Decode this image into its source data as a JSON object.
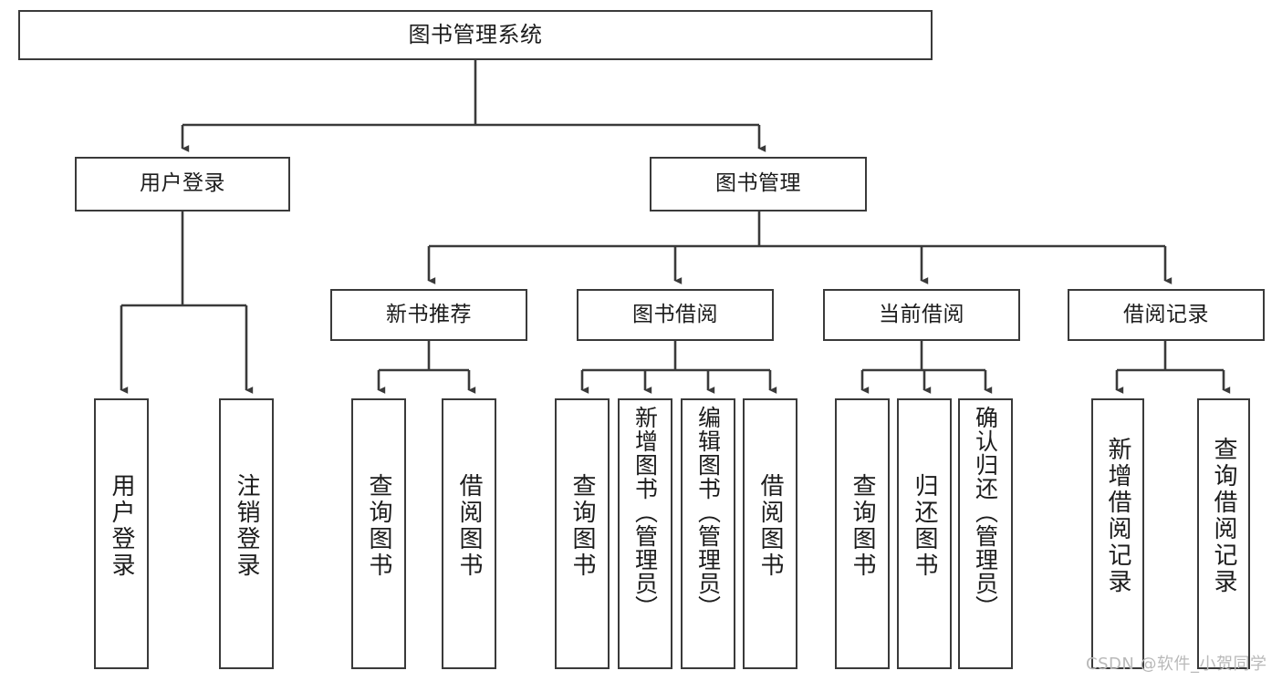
{
  "diagram": {
    "type": "tree-hierarchy",
    "title": "图书管理系统",
    "watermark": "CSDN @软件_小贺同学",
    "colors": {
      "box_border": "#3a3a3a",
      "box_fill": "#ffffff",
      "connector": "#3a3a3a",
      "text": "#1c1c1c",
      "watermark": "#b9b9b9"
    },
    "root": {
      "label": "图书管理系统"
    },
    "level1": [
      {
        "label": "用户登录"
      },
      {
        "label": "图书管理"
      }
    ],
    "level2": [
      {
        "label": "新书推荐"
      },
      {
        "label": "图书借阅"
      },
      {
        "label": "当前借阅"
      },
      {
        "label": "借阅记录"
      }
    ],
    "leaves": {
      "user_login": [
        {
          "label": "用户登录"
        },
        {
          "label": "注销登录"
        }
      ],
      "new_book_recommend": [
        {
          "label": "查询图书"
        },
        {
          "label": "借阅图书"
        }
      ],
      "book_borrow": [
        {
          "label": "查询图书"
        },
        {
          "label": "新增图书（管理员）"
        },
        {
          "label": "编辑图书（管理员）"
        },
        {
          "label": "借阅图书"
        }
      ],
      "current_borrow": [
        {
          "label": "查询图书"
        },
        {
          "label": "归还图书"
        },
        {
          "label": "确认归还（管理员）"
        }
      ],
      "borrow_record": [
        {
          "label": "新增借阅记录"
        },
        {
          "label": "查询借阅记录"
        }
      ]
    }
  }
}
